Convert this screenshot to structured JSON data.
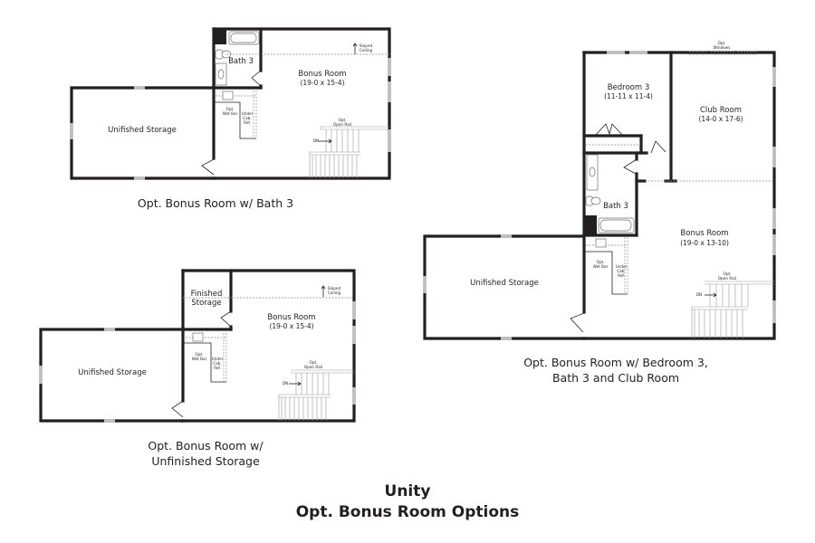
{
  "page": {
    "title_line1": "Unity",
    "title_line2": "Opt. Bonus Room Options"
  },
  "plans": [
    {
      "caption": "Opt. Bonus Room w/ Bath 3",
      "rooms": {
        "bonus_name": "Bonus Room",
        "bonus_dim": "(19-0 x 15-4)",
        "bath": "Bath 3",
        "storage": "Unifished Storage"
      },
      "notes": {
        "sloped1": "Sloped",
        "sloped2": "Ceiling",
        "wetbar1": "Opt.",
        "wetbar2": "Wet Bar",
        "under1": "Under",
        "under2": "Cab.",
        "under3": "Ref.",
        "rail1": "Opt.",
        "rail2": "Open Rail",
        "dn": "DN"
      }
    },
    {
      "caption_line1": "Opt. Bonus Room w/",
      "caption_line2": "Unfinished Storage",
      "rooms": {
        "bonus_name": "Bonus Room",
        "bonus_dim": "(19-0 x 15-4)",
        "finished1": "Finished",
        "finished2": "Storage",
        "storage": "Unifished Storage"
      },
      "notes": {
        "sloped1": "Sloped",
        "sloped2": "Ceiling",
        "wetbar1": "Opt.",
        "wetbar2": "Wet Bar",
        "under1": "Under",
        "under2": "Cab.",
        "under3": "Ref.",
        "rail1": "Opt.",
        "rail2": "Open Rail",
        "dn": "DN"
      }
    },
    {
      "caption_line1": "Opt. Bonus Room w/ Bedroom 3,",
      "caption_line2": "Bath 3 and Club Room",
      "rooms": {
        "bedroom_name": "Bedroom 3",
        "bedroom_dim": "(11-11 x 11-4)",
        "club_name": "Club Room",
        "club_dim": "(14-0 x 17-6)",
        "bath": "Bath 3",
        "bonus_name": "Bonus Room",
        "bonus_dim": "(19-0 x 13-10)",
        "storage": "Unifished Storage"
      },
      "notes": {
        "windows1": "Opt.",
        "windows2": "Windows",
        "wetbar1": "Opt.",
        "wetbar2": "Wet Bar",
        "under1": "Under",
        "under2": "Cab.",
        "under3": "Ref.",
        "rail1": "Opt.",
        "rail2": "Open Rail",
        "dn": "DN"
      }
    }
  ]
}
